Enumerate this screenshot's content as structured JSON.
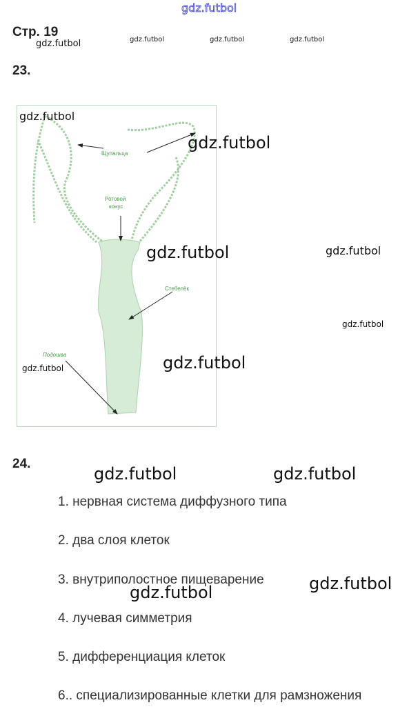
{
  "watermark": "gdz.futbol",
  "page_label": "Стр. 19",
  "task23": {
    "number": "23.",
    "figure_labels": {
      "tentacles": "Щупальца",
      "mouth_cone_1": "Ротовой",
      "mouth_cone_2": "конус",
      "stalk": "Стебелёк",
      "sole": "Подошва"
    }
  },
  "task24": {
    "number": "24.",
    "items": [
      "1. нервная система диффузного типа",
      "2. два слоя клеток",
      "3. внутриполостное пищеварение",
      "4. лучевая симметрия",
      "5. дифференциация клеток",
      "6.. специализированные клетки для рамзножения"
    ]
  }
}
